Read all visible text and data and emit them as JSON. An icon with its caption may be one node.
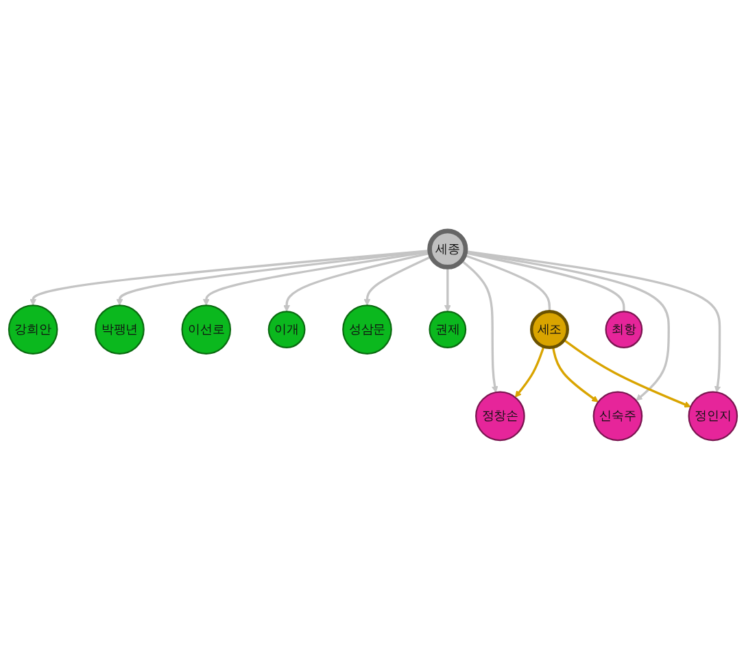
{
  "diagram": {
    "nodes": [
      {
        "text": [
          "세종"
        ]
      },
      {
        "text": [
          "박팽년"
        ]
      },
      {
        "text": [
          "강희안"
        ]
      },
      {
        "text": [
          "이선로"
        ]
      },
      {
        "text": [
          "이개"
        ]
      },
      {
        "text": [
          "성삼문"
        ]
      },
      {
        "text": [
          "권제"
        ]
      },
      {
        "text": [
          "정창손"
        ]
      },
      {
        "text": [
          "세조"
        ]
      },
      {
        "text": [
          "신숙주"
        ]
      },
      {
        "text": [
          "최항"
        ]
      },
      {
        "text": [
          "정인지"
        ]
      }
    ],
    "edges": [
      {
        "from": 0,
        "to": 2,
        "arrow": "to"
      },
      {
        "from": 0,
        "to": 1,
        "arrow": "to"
      },
      {
        "from": 0,
        "to": 3,
        "arrow": "to"
      },
      {
        "from": 0,
        "to": 4,
        "arrow": "to"
      },
      {
        "from": 0,
        "to": 5,
        "arrow": "to"
      },
      {
        "from": 0,
        "to": 6,
        "arrow": "to"
      },
      {
        "from": 0,
        "to": 7,
        "arrow": "to"
      },
      {
        "from": 0,
        "to": 8,
        "arrow": "none"
      },
      {
        "from": 0,
        "to": 10,
        "arrow": "none"
      },
      {
        "from": 0,
        "to": 9,
        "arrow": "to"
      },
      {
        "from": 0,
        "to": 11,
        "arrow": "to"
      },
      {
        "from": 8,
        "to": 7,
        "arrow": "to",
        "color": "#d9a400"
      },
      {
        "from": 8,
        "to": 9,
        "arrow": "to",
        "color": "#d9a400"
      },
      {
        "from": 8,
        "to": 11,
        "arrow": "to",
        "color": "#d9a400"
      }
    ]
  }
}
